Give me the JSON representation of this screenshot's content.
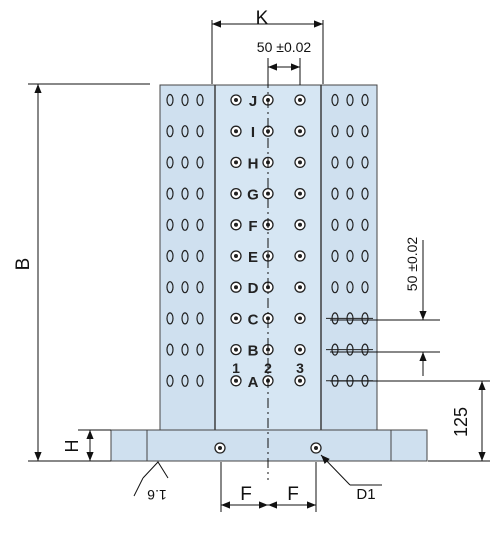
{
  "labels": {
    "k": "K",
    "pitch_h": "50 ±0.02",
    "pitch_v": "50 ±0.02",
    "b": "B",
    "h": "H",
    "dim_125": "125",
    "f_left": "F",
    "f_right": "F",
    "d1": "D1",
    "roughness": "1.6"
  },
  "rows": [
    "J",
    "I",
    "H",
    "G",
    "F",
    "E",
    "D",
    "C",
    "B",
    "A"
  ],
  "columns": [
    "1",
    "2",
    "3"
  ],
  "colors": {
    "plate": "#cfe0ef",
    "plate_edge": "#4a4a4a",
    "line": "#111111"
  }
}
